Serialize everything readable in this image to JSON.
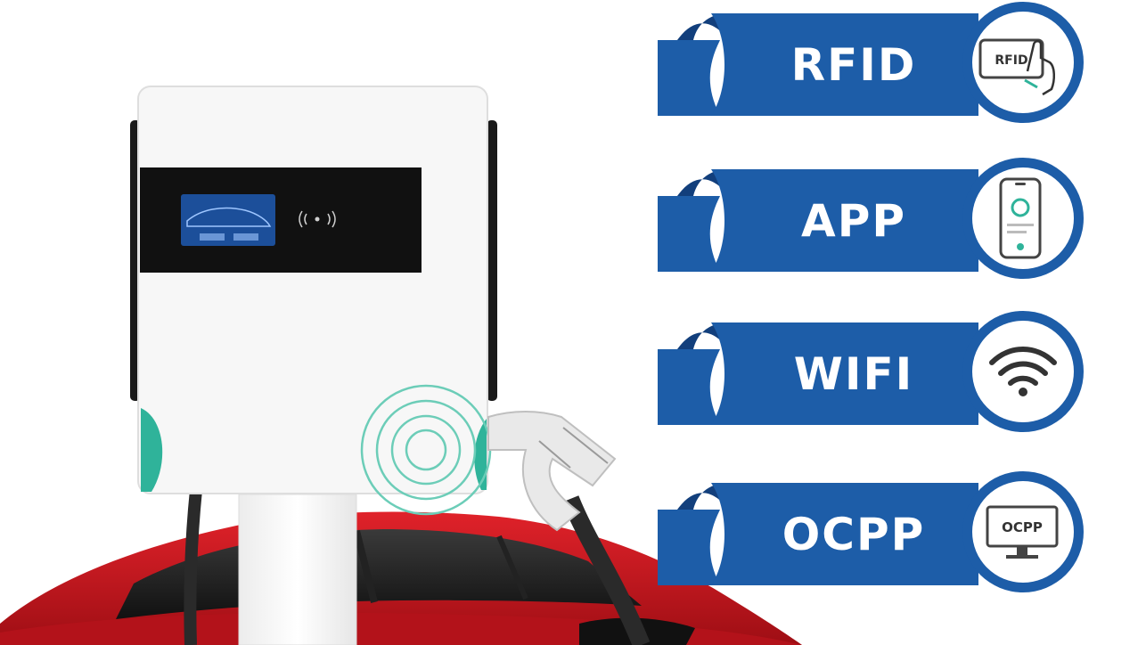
{
  "features": [
    {
      "label": "RFID",
      "icon": "rfid-card-icon",
      "icon_text": "RFID"
    },
    {
      "label": "APP",
      "icon": "smartphone-app-icon",
      "icon_text": ""
    },
    {
      "label": "WIFI",
      "icon": "wifi-icon",
      "icon_text": ""
    },
    {
      "label": "OCPP",
      "icon": "ocpp-monitor-icon",
      "icon_text": "OCPP"
    }
  ],
  "colors": {
    "ribbon_blue": "#1d5da8",
    "ribbon_dark": "#123f7c",
    "charger_white": "#f7f7f7",
    "screen_black": "#111111",
    "accent_green": "#2fb39a",
    "car_red": "#c8141c"
  }
}
